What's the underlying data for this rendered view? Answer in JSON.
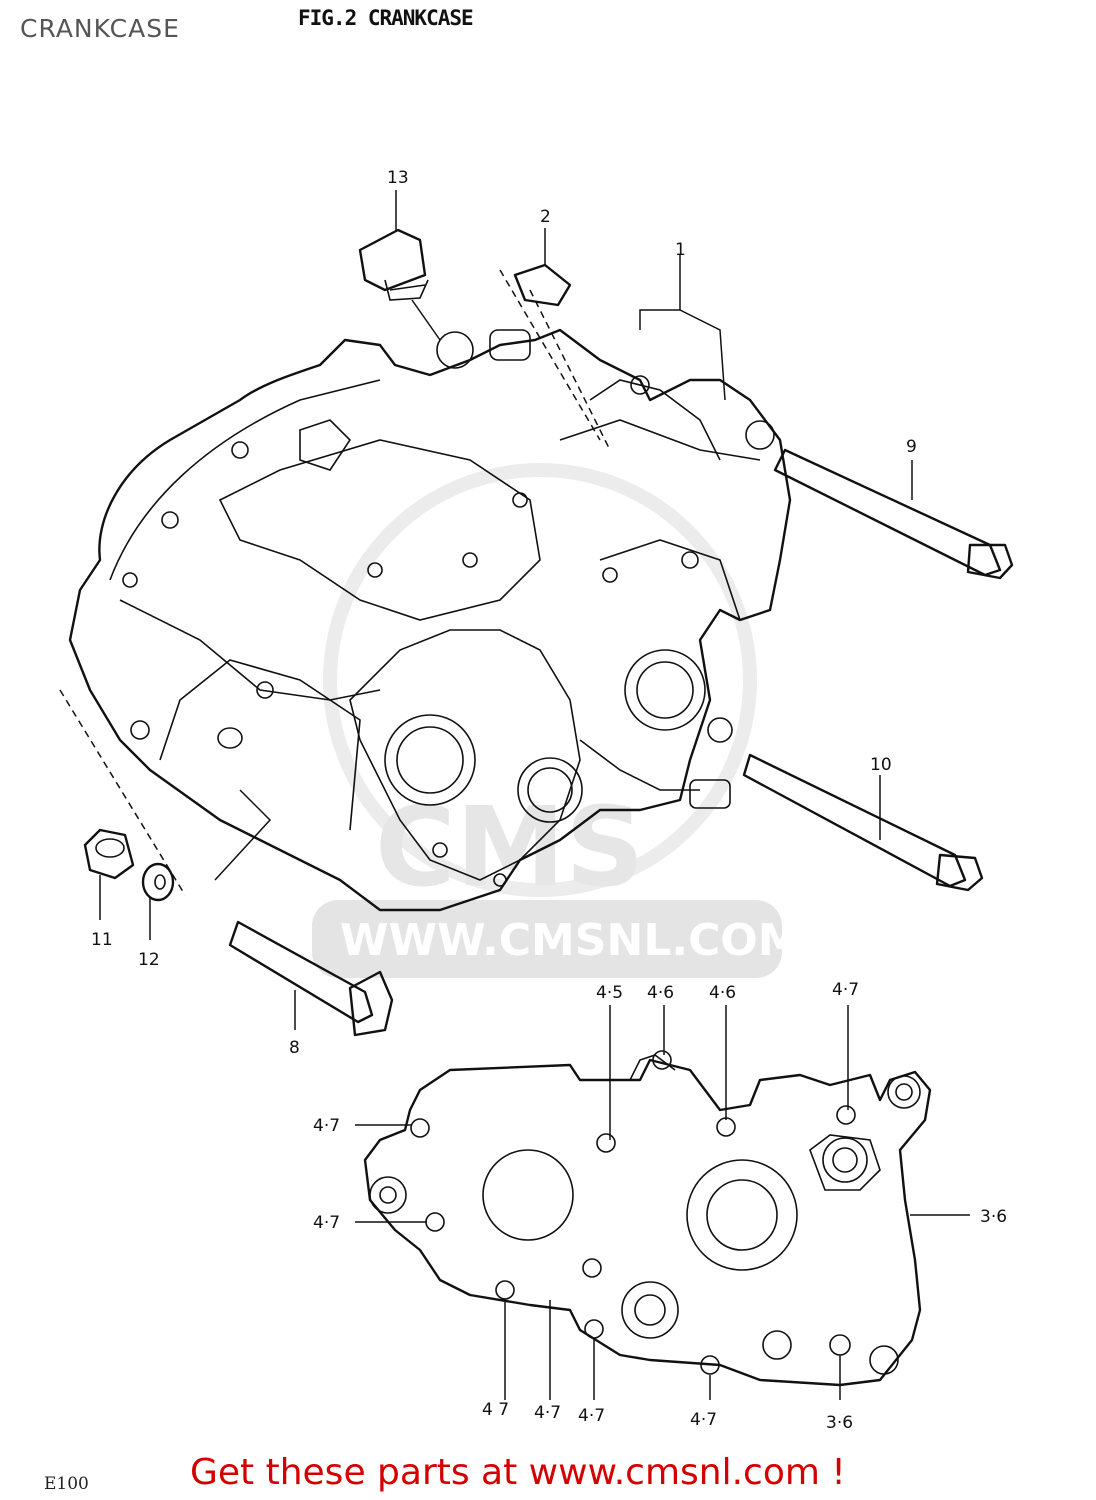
{
  "page": {
    "title": "CRANKCASE"
  },
  "figure": {
    "title": "FIG.2  CRANKCASE"
  },
  "watermark": {
    "letters": "CMS",
    "url": "WWW.CMSNL.COM"
  },
  "callouts": {
    "p1": "1",
    "p2": "2",
    "p8": "8",
    "p9": "9",
    "p10": "10",
    "p11": "11",
    "p12": "12",
    "p13": "13"
  },
  "bolt_labels": {
    "b1": "4·5",
    "b2": "4·6",
    "b3": "4·6",
    "b4": "4·7",
    "b5": "4·7",
    "b6": "4·7",
    "b7": "3·6",
    "b8": "4 7",
    "b9": "4·7",
    "b10": "4·7",
    "b11": "4·7",
    "b12": "3·6"
  },
  "model_code": "E100",
  "footer": {
    "cta": "Get these parts at www.cmsnl.com !"
  }
}
